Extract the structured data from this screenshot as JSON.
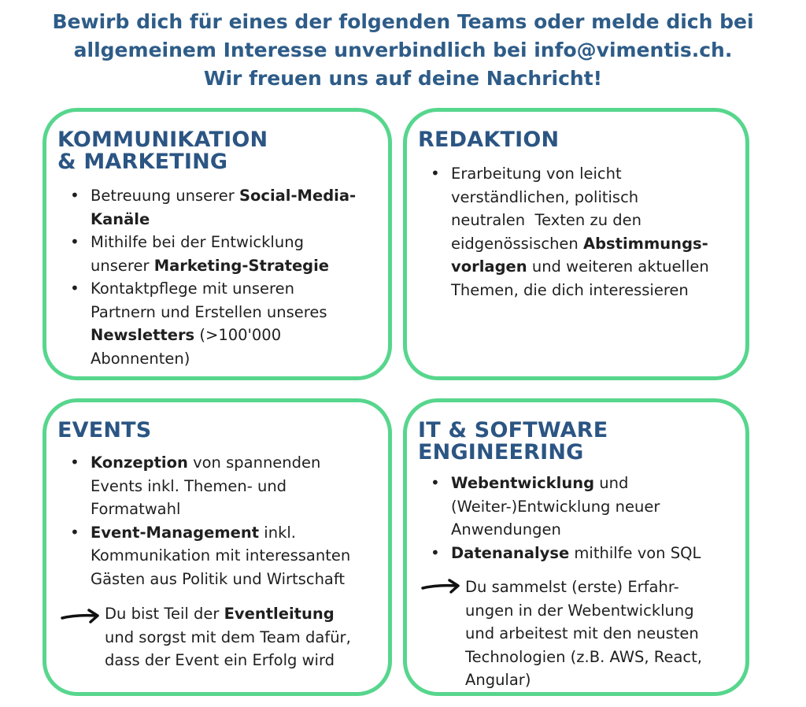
{
  "header": {
    "lines": [
      "Bewirb dich für eines der folgenden Teams oder melde dich bei",
      "allgemeinem Interesse unverbindlich bei info@vimentis.ch.",
      "Wir freuen uns auf deine Nachricht!"
    ]
  },
  "accent_color": "#57d68d",
  "title_color": "#2b5583",
  "cards": {
    "kommunikation": {
      "title_lines": [
        "KOMMUNIKATION",
        "& MARKETING"
      ],
      "items": [
        {
          "l1_pre": "Betreuung unserer ",
          "l1_bold": "Social-Media-",
          "l2_bold": "Kanäle"
        },
        {
          "l1": "Mithilfe bei der Entwicklung",
          "l2_pre": "unserer ",
          "l2_bold": "Marketing-Strategie"
        },
        {
          "l1": "Kontaktpflege mit unseren",
          "l2": "Partnern und Erstellen unseres",
          "l3_bold": "Newsletters",
          "l3_post": " (>100'000",
          "l4": "Abonnenten)"
        }
      ]
    },
    "redaktion": {
      "title_lines": [
        "REDAKTION"
      ],
      "items": [
        {
          "l1": "Erarbeitung von leicht",
          "l2": "verständlichen, politisch",
          "l3": "neutralen  Texten zu den",
          "l4_pre": "eidgenössischen ",
          "l4_bold": "Abstimmungs-",
          "l5_bold": "vorlagen",
          "l5_post": " und weiteren aktuellen",
          "l6": "Themen, die dich interessieren"
        }
      ]
    },
    "events": {
      "title_lines": [
        "EVENTS"
      ],
      "items": [
        {
          "l1_bold": "Konzeption",
          "l1_post": " von spannenden",
          "l2": "Events inkl. Themen- und",
          "l3": "Formatwahl"
        },
        {
          "l1_bold": "Event-Management",
          "l1_post": " inkl.",
          "l2": "Kommunikation mit interessanten",
          "l3": "Gästen aus Politik und Wirtschaft"
        }
      ],
      "arrow": {
        "l1_pre": "Du bist Teil der ",
        "l1_bold": "Eventleitung",
        "l2": "und sorgst mit dem Team dafür,",
        "l3": "dass der Event ein Erfolg wird"
      }
    },
    "it": {
      "title_lines": [
        "IT & SOFTWARE",
        "ENGINEERING"
      ],
      "items": [
        {
          "l1_bold": "Webentwicklung",
          "l1_post": " und",
          "l2": "(Weiter-)Entwicklung neuer",
          "l3": "Anwendungen"
        },
        {
          "l1_bold": "Datenanalyse",
          "l1_post": " mithilfe von SQL"
        }
      ],
      "arrow": {
        "l1": "Du sammelst (erste) Erfahr-",
        "l2": "ungen in der Webentwicklung",
        "l3": "und arbeitest mit den neusten",
        "l4": "Technologien (z.B. AWS, React,",
        "l5": "Angular)"
      }
    }
  }
}
